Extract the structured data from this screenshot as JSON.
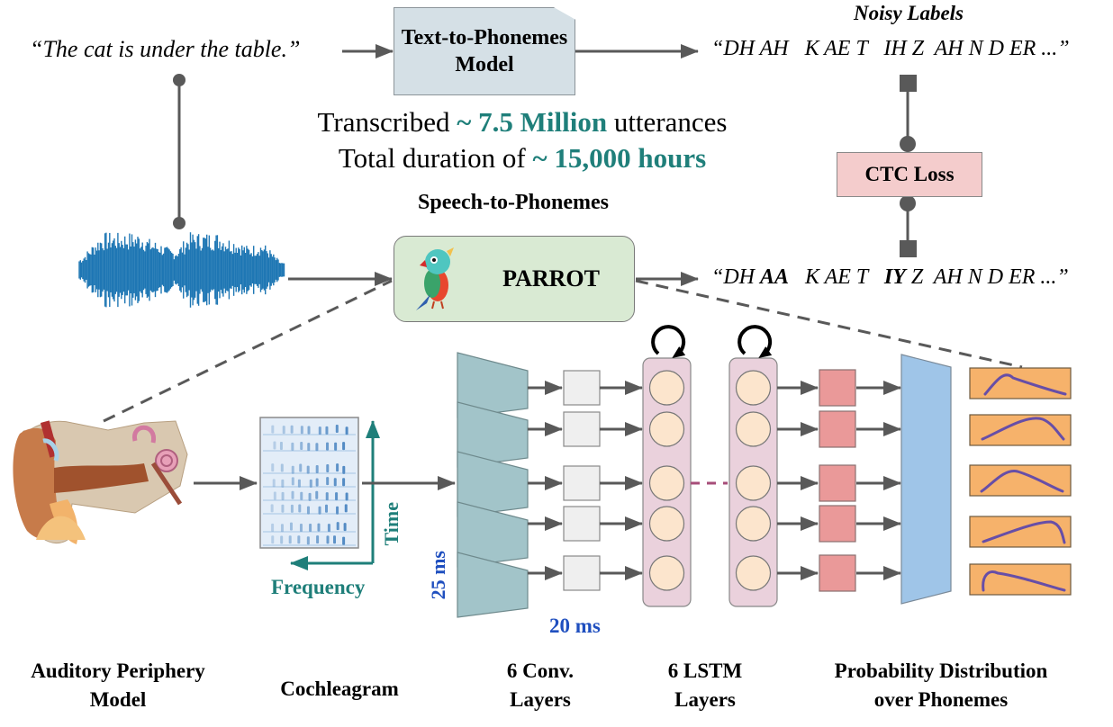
{
  "input_sentence": "“The cat is under the table.”",
  "text_to_phonemes": {
    "line1": "Text-to-Phonemes",
    "line2": "Model"
  },
  "noisy_labels": {
    "title": "Noisy Labels",
    "sequence": "“DH AH   K AE T   IH Z  AH N D ER ...”"
  },
  "stats": {
    "line1_prefix": "Transcribed ",
    "line1_highlight": "~ 7.5 Million",
    "line1_suffix": " utterances",
    "line2_prefix": "Total duration of ",
    "line2_highlight": "~ 15,000 hours"
  },
  "speech_to_phonemes_label": "Speech-to-Phonemes",
  "parrot": {
    "label": "PARROT",
    "icon": "parrot-icon"
  },
  "ctc_loss": "CTC Loss",
  "predicted": {
    "open": "“DH ",
    "aa": "AA",
    "mid": "   K AE T   ",
    "iy": "IY",
    "rest": " Z  AH N D ER ...”"
  },
  "cochleagram_axes": {
    "time": "Time",
    "frequency": "Frequency"
  },
  "window_25": "25 ms",
  "window_20": "20 ms",
  "captions": {
    "auditory": [
      "Auditory Periphery",
      "Model"
    ],
    "cochleagram": "Cochleagram",
    "conv": [
      "6 Conv.",
      "Layers"
    ],
    "lstm": [
      "6 LSTM",
      "Layers"
    ],
    "prob": [
      "Probability Distribution",
      "over Phonemes"
    ]
  },
  "colors": {
    "teal": "#1f7f7a",
    "blue_label": "#1f4fbf",
    "conv": "#a2c4c9",
    "lstm_column": "#ead1dc",
    "lstm_cell": "#fce5cd",
    "dense": "#ea9999",
    "projection": "#9fc5e8",
    "distribution": "#f6b26b",
    "curve": "#674ea7",
    "arrow": "#595959"
  },
  "network": {
    "timesteps": 5,
    "lstm_columns": 2
  }
}
